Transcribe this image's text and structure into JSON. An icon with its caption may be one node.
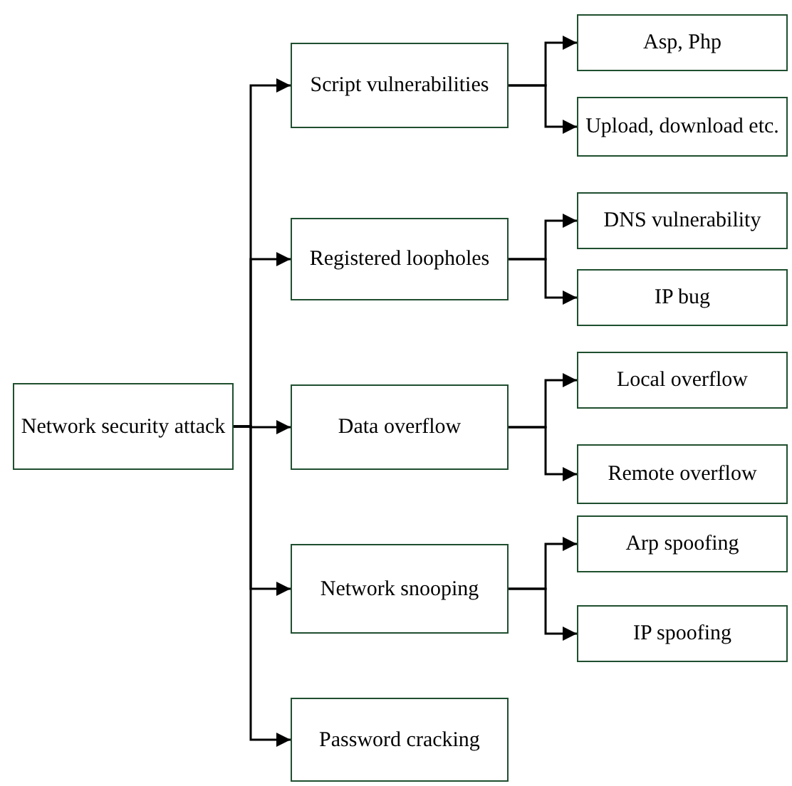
{
  "diagram": {
    "nodes": [
      {
        "text": [
          "Network security attack"
        ]
      },
      {
        "text": [
          "Script vulnerabilities"
        ]
      },
      {
        "text": [
          "Asp, Php"
        ]
      },
      {
        "text": [
          "Upload, download etc."
        ]
      },
      {
        "text": [
          "Registered loopholes"
        ]
      },
      {
        "text": [
          "DNS vulnerability"
        ]
      },
      {
        "text": [
          "IP bug"
        ]
      },
      {
        "text": [
          "Data overflow"
        ]
      },
      {
        "text": [
          "Local overflow"
        ]
      },
      {
        "text": [
          "Remote overflow"
        ]
      },
      {
        "text": [
          "Network snooping"
        ]
      },
      {
        "text": [
          "Arp spoofing"
        ]
      },
      {
        "text": [
          "IP spoofing"
        ]
      },
      {
        "text": [
          "Password cracking"
        ]
      }
    ],
    "edges": [
      {
        "from": 0,
        "to": 1,
        "arrow": "to"
      },
      {
        "from": 0,
        "to": 4,
        "arrow": "to"
      },
      {
        "from": 0,
        "to": 7,
        "arrow": "to"
      },
      {
        "from": 0,
        "to": 10,
        "arrow": "to"
      },
      {
        "from": 0,
        "to": 13,
        "arrow": "to"
      },
      {
        "from": 1,
        "to": 2,
        "arrow": "to"
      },
      {
        "from": 1,
        "to": 3,
        "arrow": "to"
      },
      {
        "from": 4,
        "to": 5,
        "arrow": "to"
      },
      {
        "from": 4,
        "to": 6,
        "arrow": "to"
      },
      {
        "from": 7,
        "to": 8,
        "arrow": "to"
      },
      {
        "from": 7,
        "to": 9,
        "arrow": "to"
      },
      {
        "from": 10,
        "to": 11,
        "arrow": "to"
      },
      {
        "from": 10,
        "to": 12,
        "arrow": "to"
      }
    ]
  }
}
